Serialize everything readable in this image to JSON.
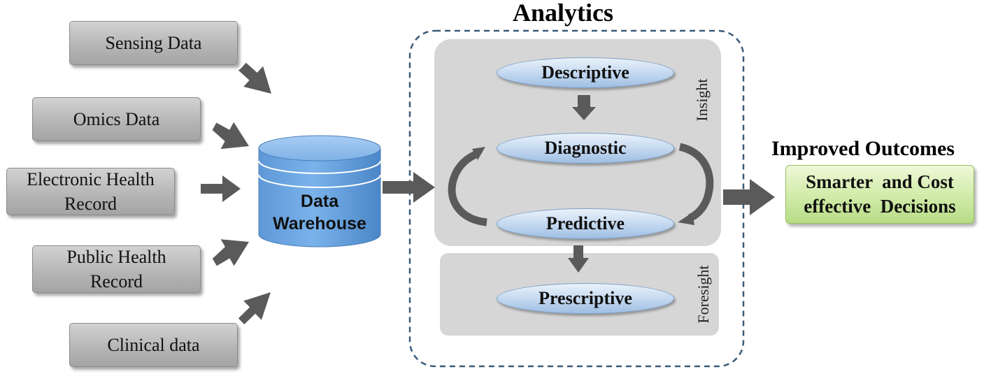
{
  "sources": [
    {
      "lines": [
        "Sensing Data"
      ]
    },
    {
      "lines": [
        "Omics Data"
      ]
    },
    {
      "lines": [
        "Electronic Health",
        "Record"
      ]
    },
    {
      "lines": [
        "Public Health",
        "Record"
      ]
    },
    {
      "lines": [
        "Clinical data"
      ]
    }
  ],
  "warehouse": {
    "lines": [
      "Data",
      "Warehouse"
    ],
    "color": "#5b9bd5"
  },
  "analytics": {
    "title": "Analytics",
    "stages": {
      "descriptive": "Descriptive",
      "diagnostic": "Diagnostic",
      "predictive": "Predictive",
      "prescriptive": "Prescriptive"
    },
    "insight_label": "Insight",
    "foresight_label": "Foresight",
    "border_color": "#3b5a78"
  },
  "outcome": {
    "title": "Improved Outcomes",
    "lines": [
      "Smarter  and Cost",
      "effective  Decisions"
    ],
    "color": "#c5e59a"
  },
  "arrow_color": "#5a5a5a"
}
